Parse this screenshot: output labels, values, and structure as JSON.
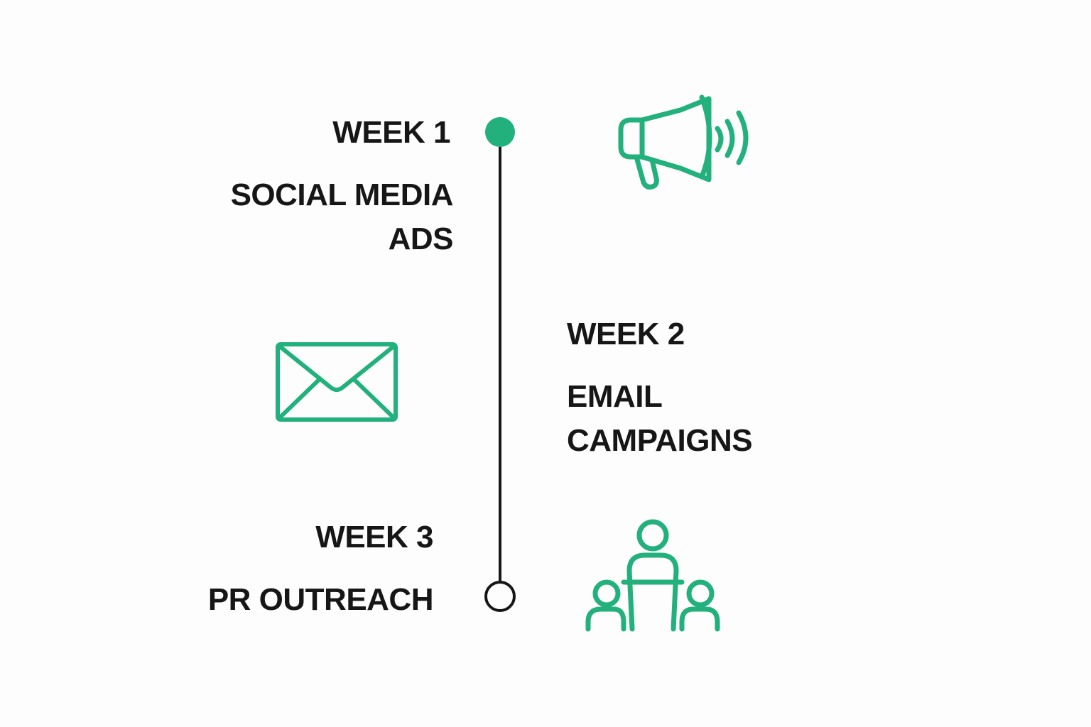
{
  "colors": {
    "accent": "#22b07d",
    "line": "#161616",
    "background": "#fdfdfd"
  },
  "timeline": [
    {
      "week": "WEEK 1",
      "activity_lines": [
        "SOCIAL MEDIA",
        "ADS"
      ],
      "icon": "megaphone-icon",
      "marker": "filled-circle"
    },
    {
      "week": "WEEK 2",
      "activity_lines": [
        "EMAIL",
        "CAMPAIGNS"
      ],
      "icon": "envelope-icon",
      "marker": "none"
    },
    {
      "week": "WEEK 3",
      "activity_lines": [
        "PR OUTREACH"
      ],
      "icon": "people-meeting-icon",
      "marker": "hollow-circle"
    }
  ]
}
